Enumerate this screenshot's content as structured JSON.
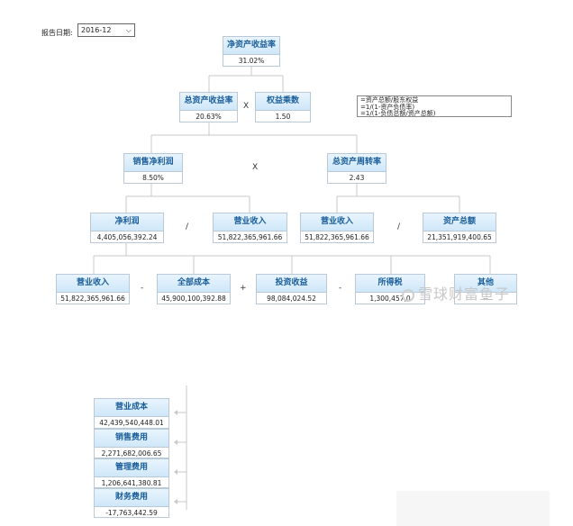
{
  "report": {
    "label": "报告日期:",
    "selected": "2016-12"
  },
  "formula": {
    "lines": [
      "=资产总额/股东权益",
      "=1/(1-资产负债率)",
      "=1/(1-负债总额/资产总额)"
    ]
  },
  "ops": {
    "times": "X",
    "divide": "/",
    "minus": "-",
    "plus": "+"
  },
  "nodes": {
    "roe": {
      "title": "净资产收益率",
      "value": "31.02%"
    },
    "roa": {
      "title": "总资产收益率",
      "value": "20.63%"
    },
    "equity_multiplier": {
      "title": "权益乘数",
      "value": "1.50"
    },
    "net_margin": {
      "title": "销售净利润",
      "value": "8.50%"
    },
    "asset_turnover": {
      "title": "总资产周转率",
      "value": "2.43"
    },
    "net_profit": {
      "title": "净利润",
      "value": "4,405,056,392.24"
    },
    "revenue_a": {
      "title": "营业收入",
      "value": "51,822,365,961.66"
    },
    "revenue_b": {
      "title": "营业收入",
      "value": "51,822,365,961.66"
    },
    "total_assets": {
      "title": "资产总额",
      "value": "21,351,919,400.65"
    },
    "revenue_c": {
      "title": "营业收入",
      "value": "51,822,365,961.66"
    },
    "total_cost": {
      "title": "全部成本",
      "value": "45,900,100,392.88"
    },
    "investment_income": {
      "title": "投资收益",
      "value": "98,084,024.52"
    },
    "income_tax": {
      "title": "所得税",
      "value": "1,300,457,0"
    },
    "other": {
      "title": "其他",
      "value": "--"
    },
    "operating_cost": {
      "title": "营业成本",
      "value": "42,439,540,448.01"
    },
    "selling_expense": {
      "title": "销售费用",
      "value": "2,271,682,006.65"
    },
    "admin_expense": {
      "title": "管理费用",
      "value": "1,206,641,380.81"
    },
    "finance_expense": {
      "title": "财务费用",
      "value": "-17,763,442.59"
    }
  },
  "watermark": "雪球财富鱼子"
}
